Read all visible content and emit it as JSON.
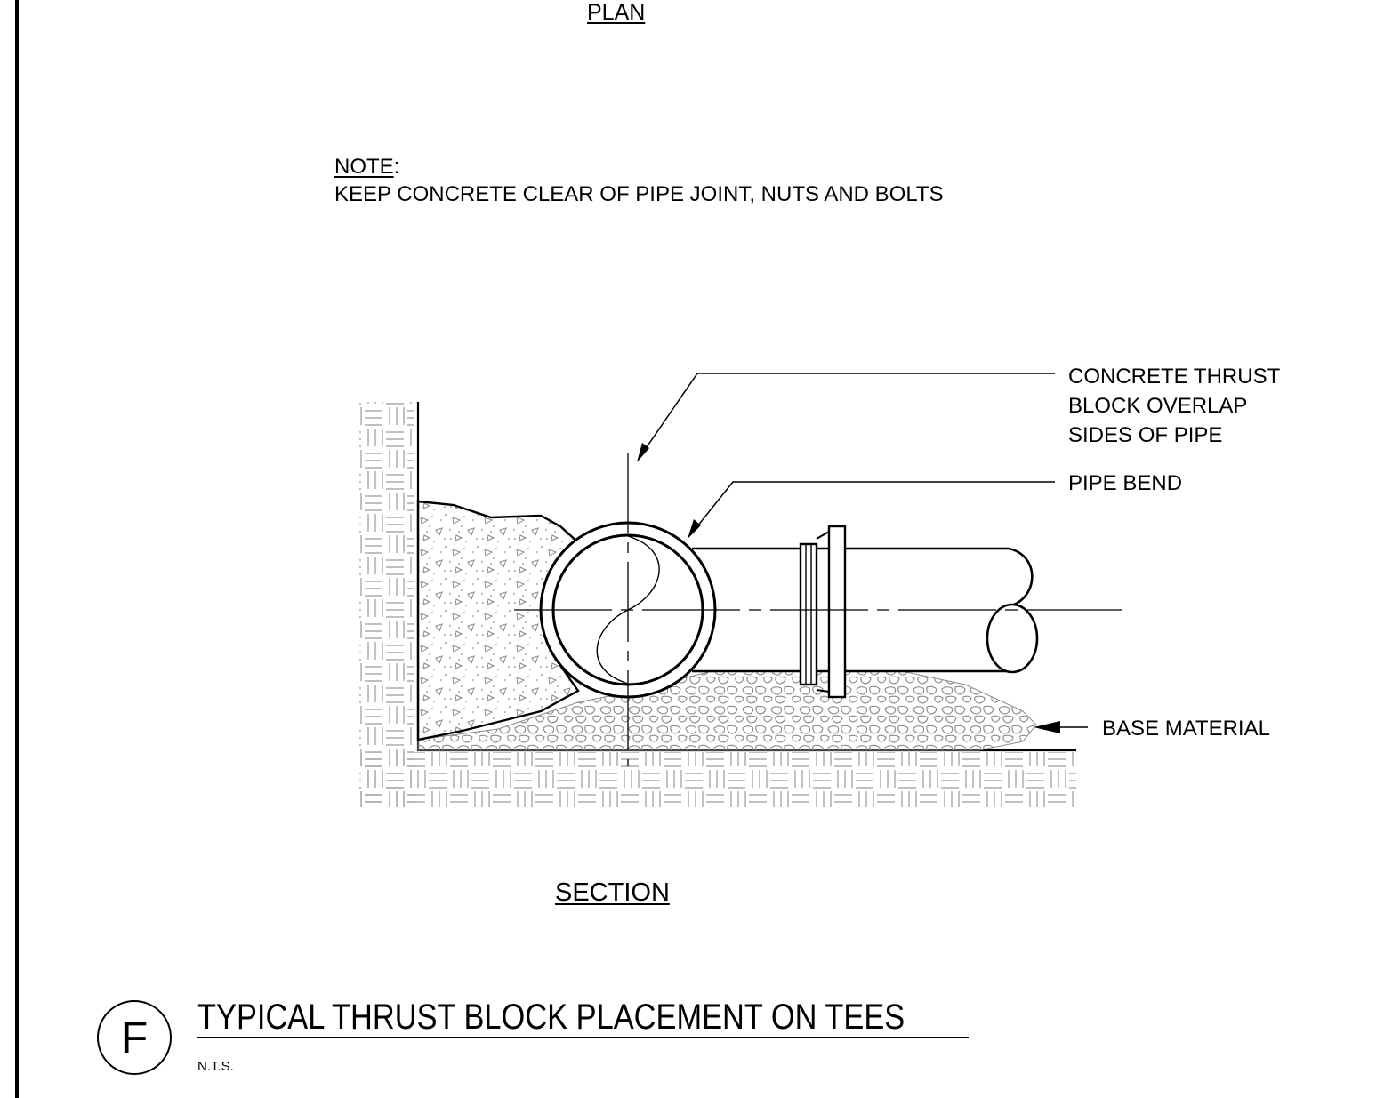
{
  "plan_label": "PLAN",
  "note": {
    "heading": "NOTE",
    "colon": ":",
    "text": "KEEP CONCRETE CLEAR OF PIPE JOINT, NUTS AND BOLTS"
  },
  "callouts": {
    "concrete_thrust_block": [
      "CONCRETE THRUST",
      "BLOCK  OVERLAP",
      "SIDES OF PIPE"
    ],
    "pipe_bend": "PIPE BEND",
    "base_material": "BASE MATERIAL"
  },
  "section_label": "SECTION",
  "detail": {
    "letter": "F",
    "title": "TYPICAL THRUST BLOCK PLACEMENT ON TEES",
    "scale": "N.T.S."
  },
  "colors": {
    "line": "#000000",
    "hatch": "#9a9a9a",
    "background": "#ffffff"
  }
}
